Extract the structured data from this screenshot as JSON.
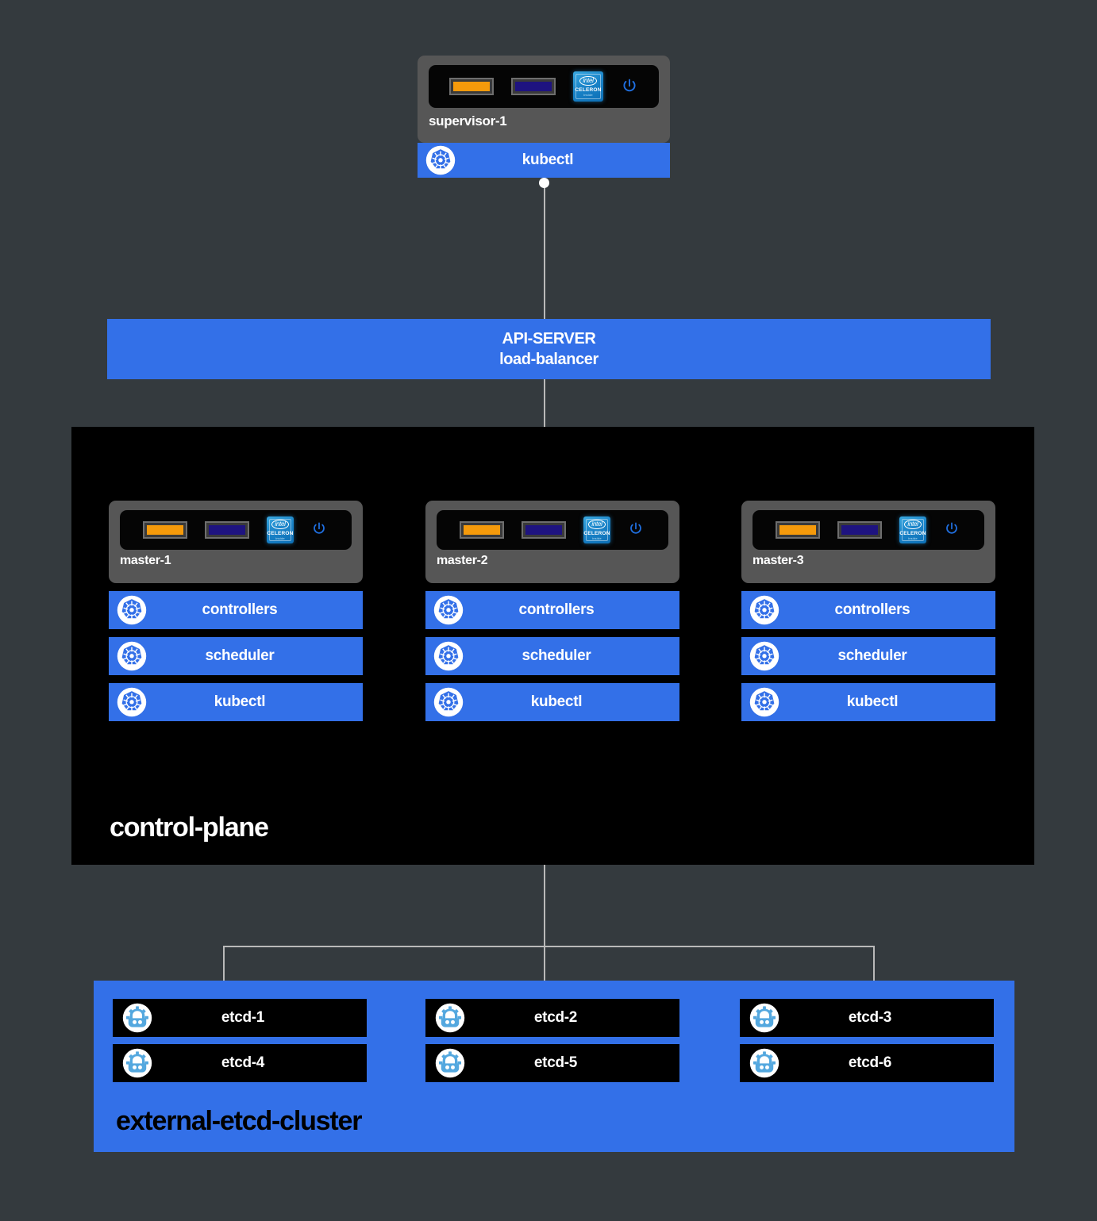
{
  "diagram": {
    "background_color": "#343a3e",
    "accent_blue": "#3370e8",
    "chassis_gray": "#565656",
    "panel_black": "#000000"
  },
  "supervisor": {
    "node_label": "supervisor-1",
    "service_label": "kubectl",
    "service_icon": "kubernetes-icon",
    "cpu_icon": "intel-celeron-icon",
    "cpu_brand": "intel",
    "cpu_model": "CELERON",
    "cpu_sub": "inside",
    "power_icon": "power-icon",
    "led_orange": "#f59a0b",
    "led_navy": "#1e1380"
  },
  "api_server": {
    "line1": "API-SERVER",
    "line2": "load-balancer"
  },
  "control_plane": {
    "title": "control-plane",
    "masters": [
      {
        "node_label": "master-1",
        "services": [
          {
            "label": "controllers",
            "icon": "kubernetes-icon"
          },
          {
            "label": "scheduler",
            "icon": "kubernetes-icon"
          },
          {
            "label": "kubectl",
            "icon": "kubernetes-icon"
          }
        ]
      },
      {
        "node_label": "master-2",
        "services": [
          {
            "label": "controllers",
            "icon": "kubernetes-icon"
          },
          {
            "label": "scheduler",
            "icon": "kubernetes-icon"
          },
          {
            "label": "kubectl",
            "icon": "kubernetes-icon"
          }
        ]
      },
      {
        "node_label": "master-3",
        "services": [
          {
            "label": "controllers",
            "icon": "kubernetes-icon"
          },
          {
            "label": "scheduler",
            "icon": "kubernetes-icon"
          },
          {
            "label": "kubectl",
            "icon": "kubernetes-icon"
          }
        ]
      }
    ]
  },
  "etcd_cluster": {
    "title": "external-etcd-cluster",
    "members": [
      {
        "label": "etcd-1",
        "icon": "etcd-icon"
      },
      {
        "label": "etcd-2",
        "icon": "etcd-icon"
      },
      {
        "label": "etcd-3",
        "icon": "etcd-icon"
      },
      {
        "label": "etcd-4",
        "icon": "etcd-icon"
      },
      {
        "label": "etcd-5",
        "icon": "etcd-icon"
      },
      {
        "label": "etcd-6",
        "icon": "etcd-icon"
      }
    ]
  }
}
